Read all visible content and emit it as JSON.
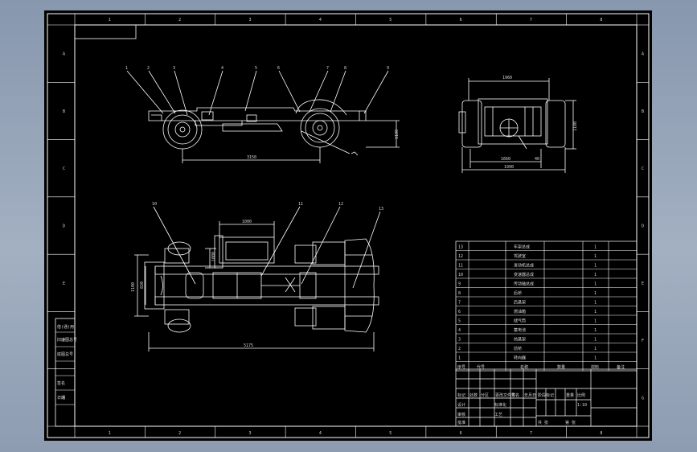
{
  "drawing": {
    "colors": {
      "background": "#000000",
      "linework": "#ffffff",
      "outer": "#8797ad"
    },
    "zone_labels_top": [
      "1",
      "2",
      "3",
      "4",
      "5",
      "6",
      "7",
      "8"
    ],
    "zone_labels_bottom": [
      "1",
      "2",
      "3",
      "4",
      "5",
      "6",
      "7",
      "8"
    ],
    "zone_labels_left": [
      "A",
      "B",
      "C",
      "D",
      "E",
      "F",
      "G"
    ],
    "zone_labels_right": [
      "A",
      "B",
      "C",
      "D",
      "E",
      "F",
      "G"
    ],
    "side_view": {
      "balloons": [
        "1",
        "2",
        "3",
        "4",
        "5",
        "6",
        "7",
        "8",
        "9"
      ],
      "dim_wheelbase": "3150",
      "dim_height": "1180"
    },
    "end_view": {
      "dim_top": "1960",
      "dim_height": "1180",
      "dim_track": "1660",
      "dim_width": "1990",
      "dim_small": "40"
    },
    "plan_view": {
      "balloons": [
        "10",
        "11",
        "12",
        "13"
      ],
      "dim_box": "1000",
      "dim_side": "1000",
      "dim_total_length": "5175",
      "dim_width": "1100",
      "dim_inner": "820"
    },
    "parts_list": {
      "rows": [
        {
          "no": "13",
          "name": "车架总成",
          "qty": "1"
        },
        {
          "no": "12",
          "name": "驾驶室",
          "qty": "1"
        },
        {
          "no": "11",
          "name": "发动机总成",
          "qty": "1"
        },
        {
          "no": "10",
          "name": "变速器总成",
          "qty": "1"
        },
        {
          "no": "9",
          "name": "传动轴总成",
          "qty": "1"
        },
        {
          "no": "8",
          "name": "后桥",
          "qty": "1"
        },
        {
          "no": "7",
          "name": "后悬架",
          "qty": "1"
        },
        {
          "no": "6",
          "name": "燃油箱",
          "qty": "1"
        },
        {
          "no": "5",
          "name": "储气筒",
          "qty": "1"
        },
        {
          "no": "4",
          "name": "蓄电池",
          "qty": "1"
        },
        {
          "no": "3",
          "name": "前悬架",
          "qty": "1"
        },
        {
          "no": "2",
          "name": "前桥",
          "qty": "1"
        },
        {
          "no": "1",
          "name": "转向器",
          "qty": "1"
        }
      ],
      "header": [
        "序号",
        "代号",
        "名称",
        "数量",
        "材料",
        "备注"
      ]
    },
    "title_block": {
      "left_cells": [
        "标记",
        "处数",
        "分区",
        "更改文件号",
        "签名",
        "年月日",
        "设计",
        "标准化",
        "审核",
        "工艺",
        "批准"
      ],
      "middle_cells": [
        "阶段标记",
        "重量",
        "比例",
        "1:10",
        "共 张",
        "第 张"
      ],
      "right_cells": []
    },
    "left_stamp": [
      "借(通)用",
      "旧底图总号",
      "底图总号",
      "签名",
      "日期"
    ]
  }
}
